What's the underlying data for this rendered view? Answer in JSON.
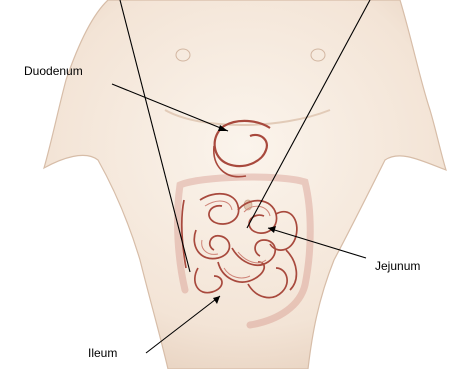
{
  "labels": {
    "duodenum": "Duodenum",
    "jejunum": "Jejunum",
    "ileum": "Ileum"
  },
  "colors": {
    "background": "#ffffff",
    "skin": "#f6ebe0",
    "skin_shadow": "#e6d2c0",
    "outline": "#c4a892",
    "intestine": "#a8493d",
    "intestine_light": "#cf8478",
    "leader_line": "#000000"
  }
}
